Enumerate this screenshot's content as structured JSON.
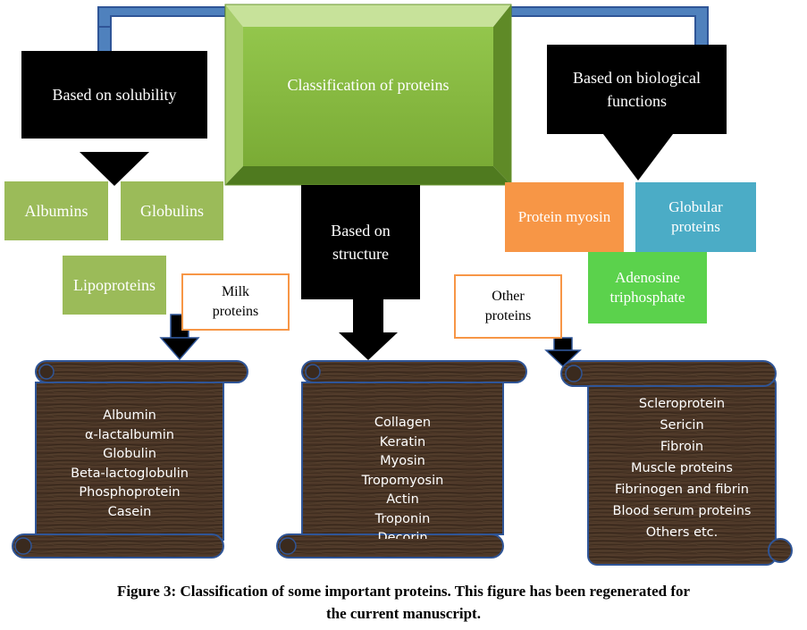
{
  "center": {
    "title": "Classification of proteins"
  },
  "categories": {
    "solubility": "Based on solubility",
    "structure_line1": "Based on",
    "structure_line2": "structure",
    "biological_line1": "Based on biological",
    "biological_line2": "functions"
  },
  "solubility_items": {
    "albumins": "Albumins",
    "globulins": "Globulins",
    "lipoproteins": "Lipoproteins"
  },
  "milk": {
    "line1": "Milk",
    "line2": "proteins"
  },
  "other": {
    "line1": "Other",
    "line2": "proteins"
  },
  "biological_items": {
    "myosin": "Protein myosin",
    "globular_line1": "Globular",
    "globular_line2": "proteins",
    "atp_line1": "Adenosine",
    "atp_line2": "triphosphate"
  },
  "scroll_left": [
    "Albumin",
    "α-lactalbumin",
    "Globulin",
    "Beta-lactoglobulin",
    "Phosphoprotein",
    "Casein"
  ],
  "scroll_middle": [
    "Collagen",
    "Keratin",
    "Myosin",
    "Tropomyosin",
    "Actin",
    "Troponin",
    "Decorin"
  ],
  "scroll_right": [
    "Scleroprotein",
    "Sericin",
    "Fibroin",
    "Muscle proteins",
    "Fibrinogen and fibrin",
    "Blood serum proteins",
    "Others etc."
  ],
  "caption": {
    "line1": "Figure 3: Classification of some important proteins. This figure has been regenerated for",
    "line2": "the current manuscript."
  },
  "colors": {
    "connector_fill": "#4f81bd",
    "connector_stroke": "#2f5597",
    "center_green": "#8cbf3f",
    "solubility_green": "#9bbb59",
    "orange": "#f79646",
    "blue": "#4bacc6",
    "bright_green": "#5bd24c",
    "wood": "#4a3526"
  }
}
